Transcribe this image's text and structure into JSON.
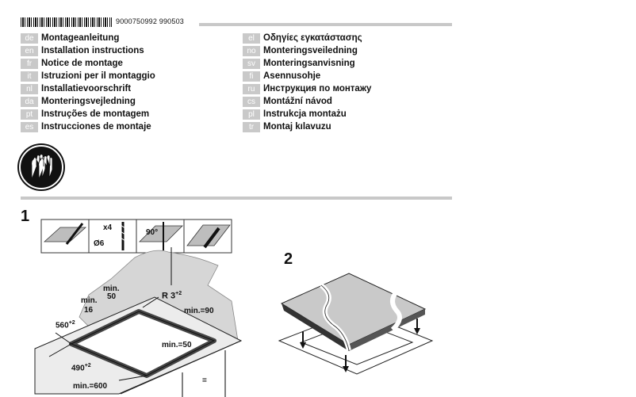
{
  "header": {
    "doc_number": "9000750992  990503"
  },
  "languages_left": [
    {
      "code": "de",
      "title": "Montageanleitung"
    },
    {
      "code": "en",
      "title": "Installation instructions"
    },
    {
      "code": "fr",
      "title": "Notice de montage"
    },
    {
      "code": "it",
      "title": "Istruzioni per il montaggio"
    },
    {
      "code": "nl",
      "title": "Installatievoorschrift"
    },
    {
      "code": "da",
      "title": "Monteringsvejledning"
    },
    {
      "code": "pt",
      "title": "Instruções de montagem"
    },
    {
      "code": "es",
      "title": "Instrucciones de montaje"
    }
  ],
  "languages_right": [
    {
      "code": "el",
      "title": "Οδηγίες εγκατάστασης"
    },
    {
      "code": "no",
      "title": "Monteringsveiledning"
    },
    {
      "code": "sv",
      "title": "Monteringsanvisning"
    },
    {
      "code": "fi",
      "title": "Asennusohje"
    },
    {
      "code": "ru",
      "title": "Инструкция по монтажу"
    },
    {
      "code": "cs",
      "title": "Montážní návod"
    },
    {
      "code": "pl",
      "title": "Instrukcja montażu"
    },
    {
      "code": "tr",
      "title": "Montaj kılavuzu"
    }
  ],
  "step1": {
    "number": "1",
    "tools": {
      "drill_count": "x4",
      "drill_size": "Ø6",
      "angle": "90°"
    },
    "dims": {
      "min50_top": "min.",
      "min50_val": "50",
      "min16_top": "min.",
      "min16_val": "16",
      "radius": "R 3",
      "radius_sup": "+2",
      "min90": "min.=90",
      "d560": "560",
      "d560_sup": "+2",
      "min50_inner": "min.=50",
      "d490": "490",
      "d490_sup": "+2",
      "min600": "min.=600",
      "equal": "="
    }
  },
  "step2": {
    "number": "2"
  }
}
